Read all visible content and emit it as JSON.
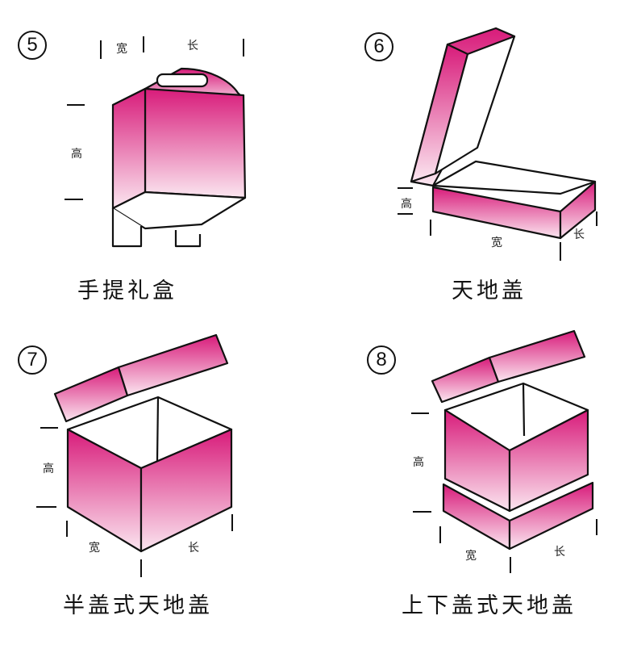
{
  "colors": {
    "magenta_dark": "#d81b7a",
    "magenta_light": "#fbe6f0",
    "outline": "#111111"
  },
  "dimension_labels": {
    "width": "宽",
    "length": "长",
    "height": "高"
  },
  "boxes": [
    {
      "number": "5",
      "name": "手提礼盒"
    },
    {
      "number": "6",
      "name": "天地盖"
    },
    {
      "number": "7",
      "name": "半盖式天地盖"
    },
    {
      "number": "8",
      "name": "上下盖式天地盖"
    }
  ]
}
